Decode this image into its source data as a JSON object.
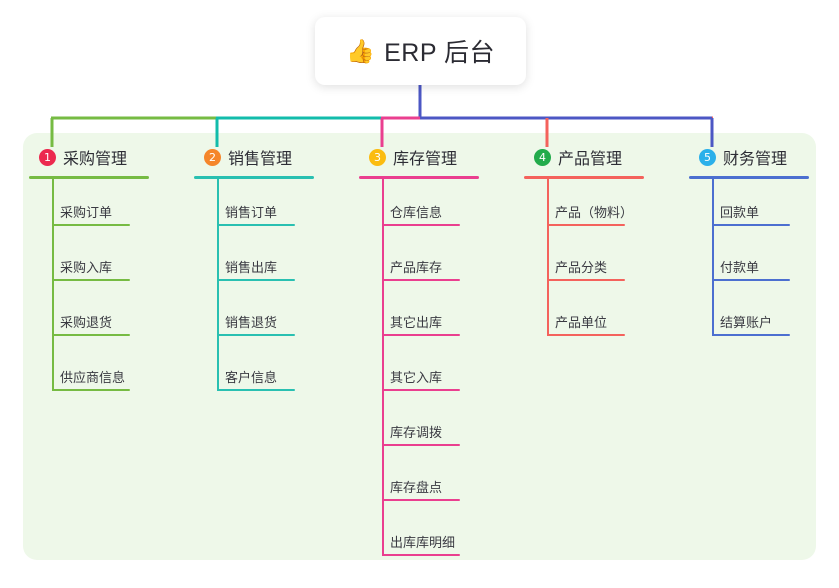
{
  "root": {
    "emoji": "👍",
    "icon_name": "thumbs-up-icon",
    "label": "ERP 后台"
  },
  "theme": {
    "panel_bg": "#eef8e9",
    "page_bg": "#ffffff",
    "root_text": "#2b2b33",
    "leaf_text": "#3a3a42",
    "trunk": "#4c57c4"
  },
  "branches": [
    {
      "number": "1",
      "title": "采购管理",
      "badge_color": "#ec294e",
      "line_color": "#76bb43",
      "bus_color": "#76bb43",
      "items": [
        "采购订单",
        "采购入库",
        "采购退货",
        "供应商信息"
      ]
    },
    {
      "number": "2",
      "title": "销售管理",
      "badge_color": "#f5862b",
      "line_color": "#29c0b1",
      "bus_color": "#12bcab",
      "items": [
        "销售订单",
        "销售出库",
        "销售退货",
        "客户信息"
      ]
    },
    {
      "number": "3",
      "title": "库存管理",
      "badge_color": "#fbbc10",
      "line_color": "#ea3f8f",
      "bus_color": "#ea3f8f",
      "items": [
        "仓库信息",
        "产品库存",
        "其它出库",
        "其它入库",
        "库存调拨",
        "库存盘点",
        "出库库明细"
      ]
    },
    {
      "number": "4",
      "title": "产品管理",
      "badge_color": "#22ab4b",
      "line_color": "#f4625c",
      "bus_color": "#f4625c",
      "items": [
        "产品（物料）",
        "产品分类",
        "产品单位"
      ]
    },
    {
      "number": "5",
      "title": "财务管理",
      "badge_color": "#2bb0ea",
      "line_color": "#4c6fd0",
      "bus_color": "#4c57c4",
      "items": [
        "回款单",
        "付款单",
        "结算账户"
      ]
    }
  ]
}
